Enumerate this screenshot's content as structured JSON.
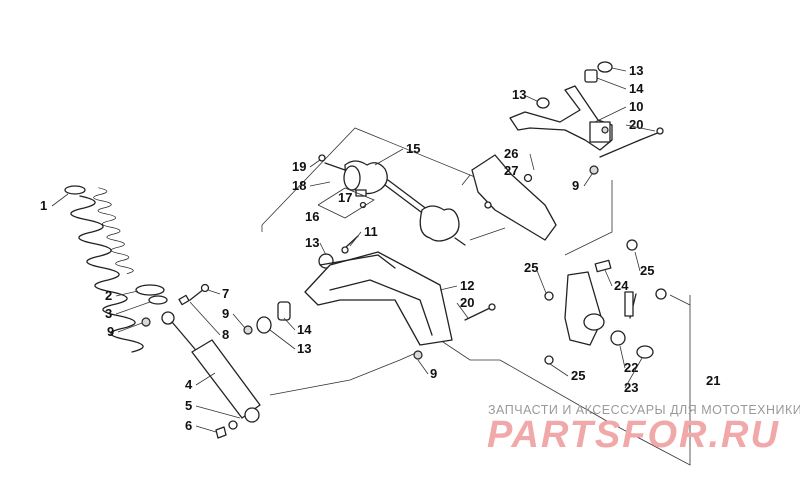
{
  "diagram": {
    "callouts": [
      "1",
      "2",
      "3",
      "9",
      "4",
      "5",
      "6",
      "7",
      "8",
      "9",
      "14",
      "13",
      "11",
      "13",
      "12",
      "20",
      "9",
      "16",
      "17",
      "18",
      "19",
      "15",
      "26",
      "27",
      "25",
      "25",
      "24",
      "22",
      "23",
      "25",
      "21",
      "13",
      "14",
      "13",
      "10",
      "20",
      "9"
    ]
  },
  "watermark": {
    "caption": "ЗАПЧАСТИ И АКСЕССУАРЫ ДЛЯ МОТОТЕХНИКИ",
    "logo": "PARTSFOR.RU"
  }
}
